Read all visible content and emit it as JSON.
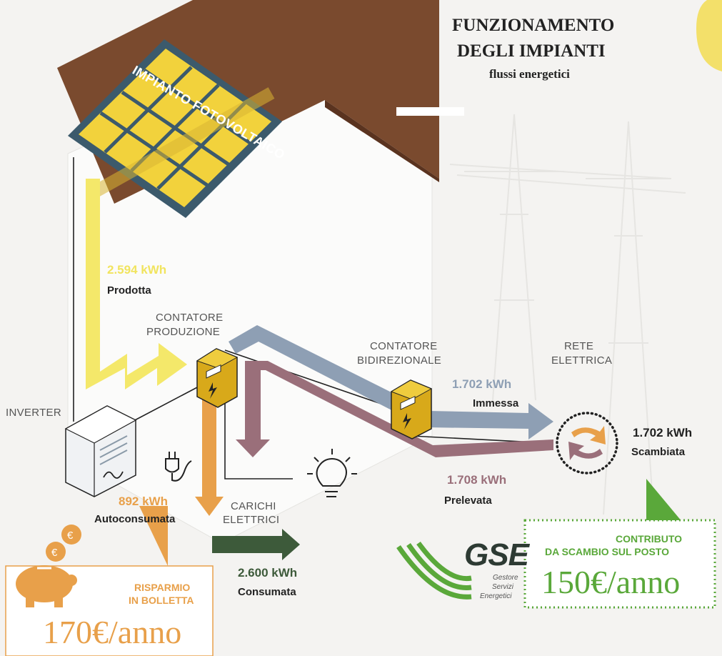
{
  "header": {
    "title_line1": "FUNZIONAMENTO",
    "title_line2": "DEGLI IMPIANTI",
    "subtitle": "flussi energetici"
  },
  "roof_label": "IMPIANTO FOTOVOLTAICO",
  "labels": {
    "contatore_produzione_1": "CONTATORE",
    "contatore_produzione_2": "PRODUZIONE",
    "contatore_bidirezionale_1": "CONTATORE",
    "contatore_bidirezionale_2": "BIDIREZIONALE",
    "rete_1": "RETE",
    "rete_2": "ELETTRICA",
    "inverter": "INVERTER",
    "carichi_1": "CARICHI",
    "carichi_2": "ELETTRICI"
  },
  "flows": {
    "prodotta": {
      "value": "2.594 kWh",
      "label": "Prodotta"
    },
    "immessa": {
      "value": "1.702 kWh",
      "label": "Immessa"
    },
    "scambiata": {
      "value": "1.702 kWh",
      "label": "Scambiata"
    },
    "prelevata": {
      "value": "1.708 kWh",
      "label": "Prelevata"
    },
    "autoconsumata": {
      "value": "892 kWh",
      "label": "Autoconsumata"
    },
    "consumata": {
      "value": "2.600 kWh",
      "label": "Consumata"
    }
  },
  "gse": {
    "logo": "GSE",
    "line1": "Gestore",
    "line2": "Servizi",
    "line3": "Energetici"
  },
  "contributo": {
    "line1": "CONTRIBUTO",
    "line2": "DA SCAMBIO SUL POSTO",
    "amount": "150€/anno"
  },
  "risparmio": {
    "line1": "RISPARMIO",
    "line2": "IN BOLLETTA",
    "amount": "170€/anno"
  },
  "colors": {
    "prodotta": "#f4e86a",
    "immessa": "#8e9fb4",
    "prelevata": "#9a6f7a",
    "autoconsumata": "#e8a04a",
    "consumata": "#3d5a3a",
    "gse_green": "#5aa83a",
    "roof": "#7a4a2e",
    "panel": "#f2d23c"
  }
}
